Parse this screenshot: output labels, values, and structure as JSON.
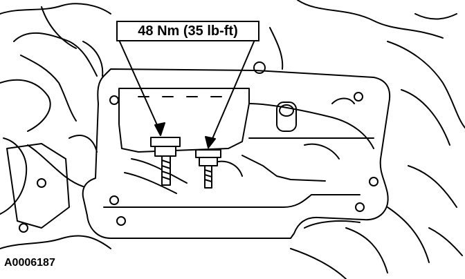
{
  "callout": {
    "torque_label": "48 Nm (35 lb-ft)"
  },
  "figure": {
    "id": "A0006187"
  },
  "colors": {
    "ink": "#000000",
    "paper": "#ffffff"
  },
  "parts": {
    "bolt_count": 2
  }
}
